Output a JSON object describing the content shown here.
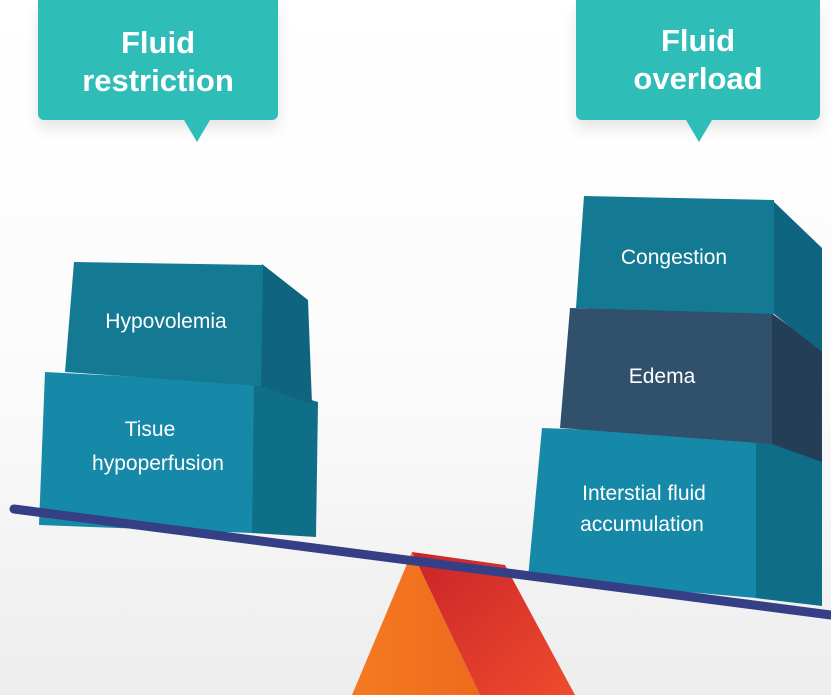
{
  "callouts": {
    "left": {
      "line1": "Fluid",
      "line2": "restriction"
    },
    "right": {
      "line1": "Fluid",
      "line2": "overload"
    }
  },
  "blocks": {
    "left": [
      {
        "lines": [
          "Hypovolemia"
        ]
      },
      {
        "lines": [
          "Tisue",
          "hypoperfusion"
        ]
      }
    ],
    "right": [
      {
        "lines": [
          "Congestion"
        ]
      },
      {
        "lines": [
          "Edema"
        ]
      },
      {
        "lines": [
          "Interstial fluid",
          "accumulation"
        ]
      }
    ]
  },
  "colors": {
    "callout": "#2fbdb7",
    "block_teal": "#147a93",
    "block_navy": "#31506c",
    "block_blue": "#1689a8",
    "beam": "#343f86",
    "fulcrum_left": "#f26d1f",
    "fulcrum_right": "#d9342a"
  }
}
